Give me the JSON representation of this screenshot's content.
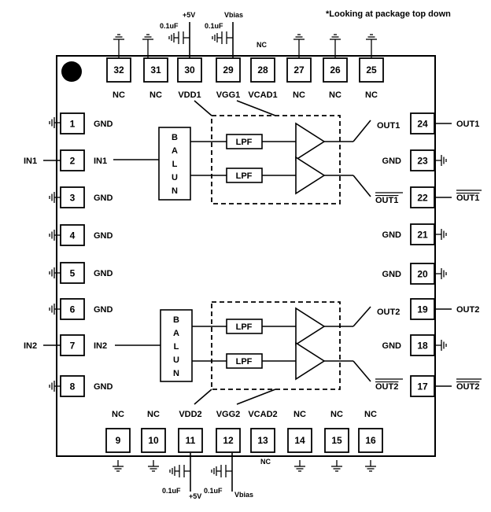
{
  "note": "*Looking at package top down",
  "pins": [
    {
      "n": "1",
      "name": "GND"
    },
    {
      "n": "2",
      "name": "IN1"
    },
    {
      "n": "3",
      "name": "GND"
    },
    {
      "n": "4",
      "name": "GND"
    },
    {
      "n": "5",
      "name": "GND"
    },
    {
      "n": "6",
      "name": "GND"
    },
    {
      "n": "7",
      "name": "IN2"
    },
    {
      "n": "8",
      "name": "GND"
    },
    {
      "n": "9",
      "name": "NC"
    },
    {
      "n": "10",
      "name": "NC"
    },
    {
      "n": "11",
      "name": "VDD2"
    },
    {
      "n": "12",
      "name": "VGG2"
    },
    {
      "n": "13",
      "name": "VCAD2"
    },
    {
      "n": "14",
      "name": "NC"
    },
    {
      "n": "15",
      "name": "NC"
    },
    {
      "n": "16",
      "name": "NC"
    },
    {
      "n": "17",
      "name": "OUT2"
    },
    {
      "n": "18",
      "name": "GND"
    },
    {
      "n": "19",
      "name": "OUT2"
    },
    {
      "n": "20",
      "name": "GND"
    },
    {
      "n": "21",
      "name": "GND"
    },
    {
      "n": "22",
      "name": "OUT1"
    },
    {
      "n": "23",
      "name": "GND"
    },
    {
      "n": "24",
      "name": "OUT1"
    },
    {
      "n": "25",
      "name": "NC"
    },
    {
      "n": "26",
      "name": "NC"
    },
    {
      "n": "27",
      "name": "NC"
    },
    {
      "n": "28",
      "name": "VCAD1"
    },
    {
      "n": "29",
      "name": "VGG1"
    },
    {
      "n": "30",
      "name": "VDD1"
    },
    {
      "n": "31",
      "name": "NC"
    },
    {
      "n": "32",
      "name": "NC"
    }
  ],
  "external": {
    "in1": "IN1",
    "in2": "IN2",
    "out1": "OUT1",
    "out1b": "OUT1",
    "out2": "OUT2",
    "out2b": "OUT2",
    "nc_top": "NC",
    "nc_bottom": "NC",
    "plus5v": "+5V",
    "vbias": "Vbias",
    "cap": "0.1uF"
  },
  "blocks": {
    "balun": [
      "B",
      "A",
      "L",
      "U",
      "N"
    ],
    "lpf": "LPF"
  }
}
